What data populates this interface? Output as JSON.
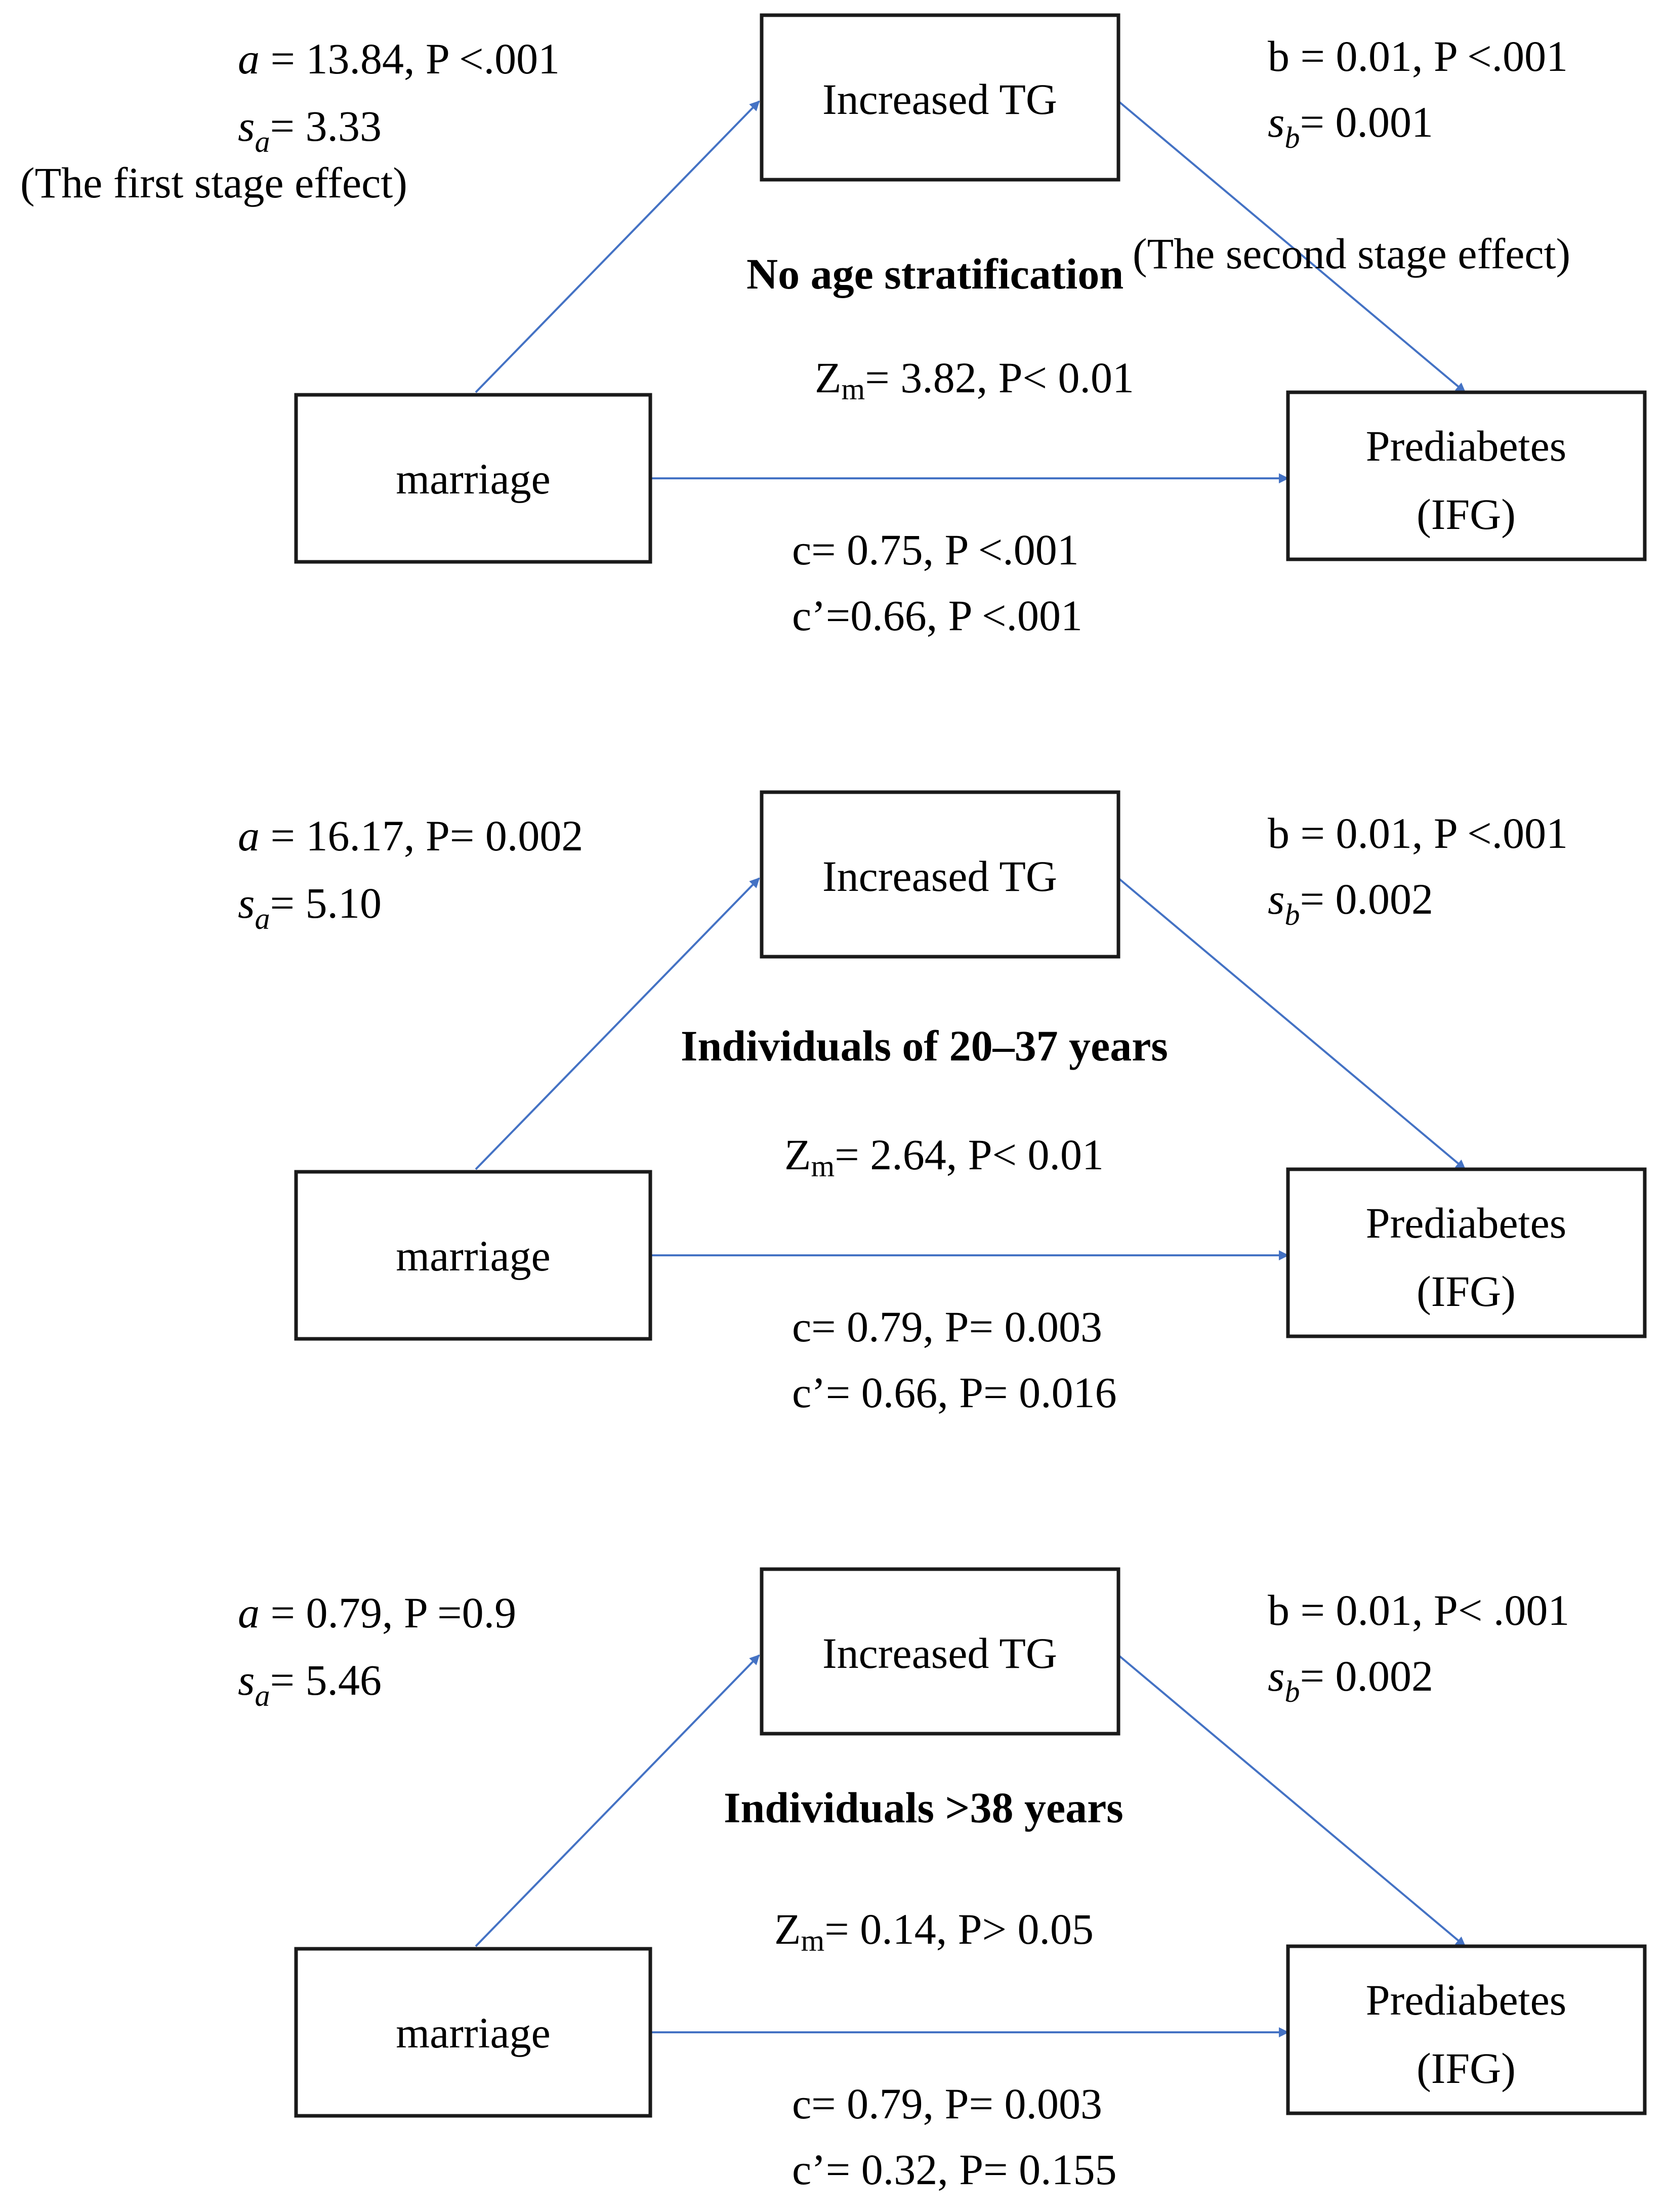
{
  "panels": [
    {
      "title": "No age stratification",
      "nodes": {
        "mediator": "Increased TG",
        "predictor": "marriage",
        "outcome_line1": "Prediabetes",
        "outcome_line2": "(IFG)"
      },
      "a": {
        "sym": "a",
        "rest": " = 13.84, P <.001"
      },
      "sa": {
        "sym": "s",
        "sub": "a",
        "rest": "= 3.33"
      },
      "b": {
        "text": "b = 0.01, P <.001"
      },
      "sb": {
        "sym": "s",
        "sub": "b",
        "rest": "= 0.001"
      },
      "first_stage": "(The first stage effect)",
      "second_stage": "(The second stage effect)",
      "zm": {
        "z": "Z",
        "sub": "m",
        "rest": "= 3.82, P< 0.01"
      },
      "c": "c= 0.75, P <.001",
      "c_prime": "c’=0.66, P <.001"
    },
    {
      "title": "Individuals of 20–37 years",
      "nodes": {
        "mediator": "Increased TG",
        "predictor": "marriage",
        "outcome_line1": "Prediabetes",
        "outcome_line2": "(IFG)"
      },
      "a": {
        "sym": "a",
        "rest": " = 16.17, P= 0.002"
      },
      "sa": {
        "sym": "s",
        "sub": "a",
        "rest": "= 5.10"
      },
      "b": {
        "text": "b = 0.01, P <.001"
      },
      "sb": {
        "sym": "s",
        "sub": "b",
        "rest": "= 0.002"
      },
      "zm": {
        "z": "Z",
        "sub": "m",
        "rest": "= 2.64, P< 0.01"
      },
      "c": "c= 0.79, P= 0.003",
      "c_prime": "c’= 0.66, P= 0.016"
    },
    {
      "title": "Individuals >38 years",
      "nodes": {
        "mediator": "Increased TG",
        "predictor": "marriage",
        "outcome_line1": "Prediabetes",
        "outcome_line2": "(IFG)"
      },
      "a": {
        "sym": "a",
        "rest": " = 0.79, P =0.9"
      },
      "sa": {
        "sym": "s",
        "sub": "a",
        "rest": "= 5.46"
      },
      "b": {
        "text": "b = 0.01, P< .001"
      },
      "sb": {
        "sym": "s",
        "sub": "b",
        "rest": "= 0.002"
      },
      "zm": {
        "z": "Z",
        "sub": "m",
        "rest": "= 0.14, P> 0.05"
      },
      "c": "c= 0.79, P= 0.003",
      "c_prime": "c’= 0.32, P= 0.155"
    }
  ],
  "colors": {
    "arrow": "#4472c4",
    "box_border": "#1a1a1a",
    "text": "#000000"
  }
}
